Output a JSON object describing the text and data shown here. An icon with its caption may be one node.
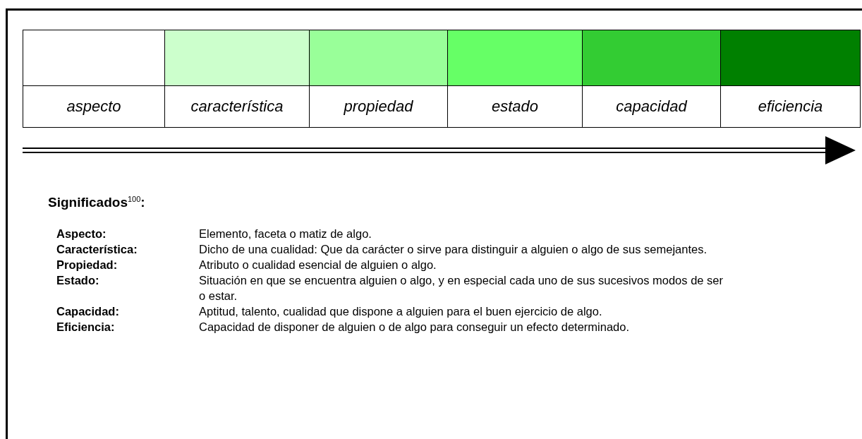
{
  "diagram": {
    "title": "Significados$^{100}$:",
    "labels": [
      "Aspecto:",
      "Elemento, faceta o matiz de algo.",
      "Característica:",
      "Dicho de una cualidad: Que da carácter o sirve para distinguir a alguien o algo de sus semejantes.",
      "Propiedad:",
      "Atributo o cualidad esencial de alguien o algo.",
      "Estado:",
      "Situación en que se encuentra alguien o algo, y en especial cada uno de sus sucesivos modos de ser o estar.",
      "Capacidad:",
      "Aptitud, talento, cualidad que dispone a alguien para el buen ejercicio de algo.",
      "Eficiencia:",
      "Capacidad de disponer de alguien o de algo para conseguir un efecto determinado."
    ],
    "legend": [
      {
        "text": "aspecto",
        "color": "#ffffff"
      },
      {
        "text": "característica",
        "color": "#ccffcc"
      },
      {
        "text": "propiedad",
        "color": "#99ff99"
      },
      {
        "text": "estado",
        "color": "#66ff66"
      },
      {
        "text": "capacidad",
        "color": "#33cc33"
      },
      {
        "text": "eficiencia",
        "color": "#008000"
      }
    ]
  }
}
